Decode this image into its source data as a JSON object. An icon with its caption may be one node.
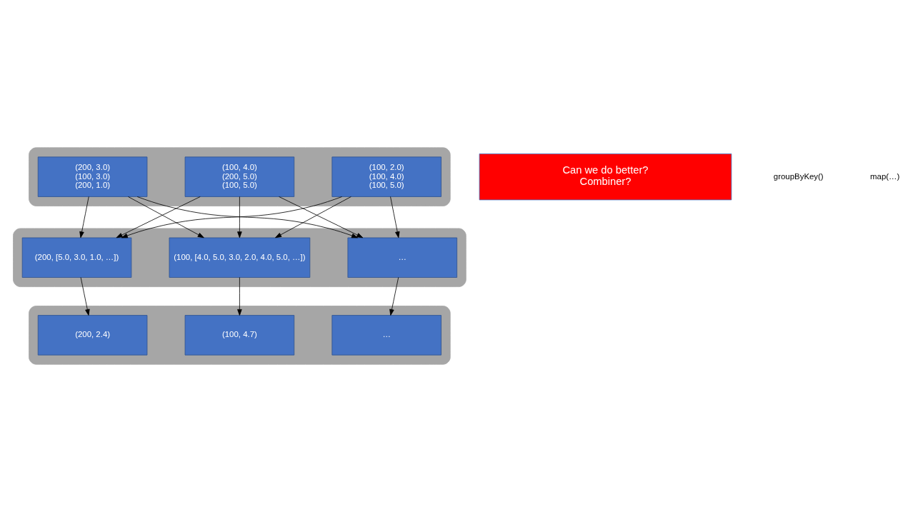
{
  "diagram": {
    "nodes": [
      {
        "text": [],
        "shape": "band"
      },
      {
        "text": [
          "(100, 4.0)",
          "(200, 5.0)",
          "(100, 5.0)"
        ],
        "in": 0
      },
      {
        "text": [
          "(200, 3.0)",
          "(100, 3.0)",
          "(200, 1.0)"
        ],
        "in": 0
      },
      {
        "text": [
          "(100, 2.0)",
          "(100, 4.0)",
          "(100, 5.0)"
        ],
        "in": 0
      },
      {
        "text": [
          "Can we do better?",
          "Combiner?"
        ]
      },
      {
        "text": [],
        "shape": "band"
      },
      {
        "text": [
          "(100, [4.0, 5.0, 3.0, 2.0, 4.0, 5.0, …])"
        ],
        "in": 5
      },
      {
        "text": [
          "(200, [5.0, 3.0, 1.0, …])"
        ],
        "in": 5
      },
      {
        "text": [
          "…"
        ],
        "in": 5
      },
      {
        "text": [],
        "shape": "band"
      },
      {
        "text": [
          "(100, 4.7)"
        ],
        "in": 9
      },
      {
        "text": [
          "(200, 2.4)"
        ],
        "in": 9
      },
      {
        "text": [
          "…"
        ],
        "in": 9
      }
    ],
    "edges": [
      {
        "from": 1,
        "to": 6,
        "arrow": "to"
      },
      {
        "from": 1,
        "to": 7,
        "arrow": "to"
      },
      {
        "from": 1,
        "to": 8,
        "arrow": "to"
      },
      {
        "from": 2,
        "to": 6,
        "arrow": "to"
      },
      {
        "from": 2,
        "to": 7,
        "arrow": "to"
      },
      {
        "from": 2,
        "to": 8,
        "arrow": "to"
      },
      {
        "from": 3,
        "to": 6,
        "arrow": "to"
      },
      {
        "from": 3,
        "to": 7,
        "arrow": "to"
      },
      {
        "from": 3,
        "to": 8,
        "arrow": "to"
      },
      {
        "from": 6,
        "to": 10,
        "arrow": "to"
      },
      {
        "from": 7,
        "to": 11,
        "arrow": "to"
      },
      {
        "from": 8,
        "to": 12,
        "arrow": "to"
      }
    ],
    "labels": [
      "groupByKey()",
      "map(…)"
    ]
  }
}
